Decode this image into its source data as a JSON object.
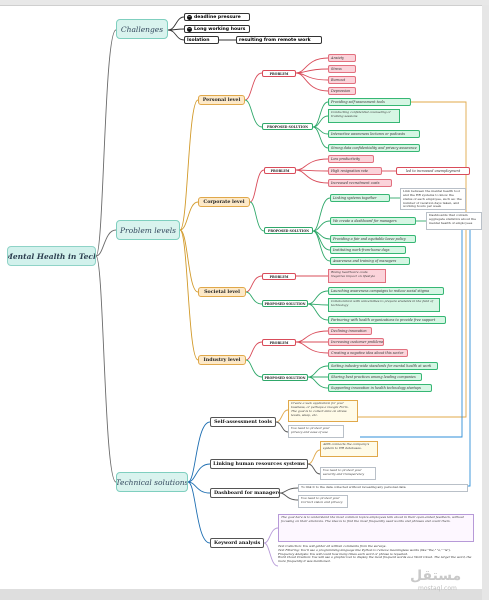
{
  "mindmap": {
    "central": "Mental Health in Tech",
    "branches": {
      "challenges": "Challenges",
      "problem_levels": "Problem levels",
      "technical_solutions": "Technical solutions"
    },
    "challenges": {
      "items": [
        "deadline pressure",
        "Long working hours",
        "Isolation"
      ],
      "isolation_note": "resulting from remote work"
    },
    "levels": {
      "personal": {
        "label": "Personal level",
        "problem_tag": "PROBLEM",
        "problems": [
          "Anxiety",
          "Stress",
          "Burnout",
          "Depression"
        ],
        "solution_tag": "PROPOSED SOLUTION",
        "solutions": [
          "Providing self-assessment tools",
          "Conducting confidential counseling or training sessions",
          "Interactive awareness lectures or podcasts",
          "Strong data confidentiality and privacy assurance"
        ]
      },
      "corporate": {
        "label": "Corporate level",
        "problem_tag": "PROBLEM",
        "problems": [
          "Low productivity",
          "High resignation rate",
          "Increased recruitment costs"
        ],
        "problem_note": "led to increased unemployment",
        "solution_tag": "PROPOSED SOLUTION",
        "solutions": [
          "Linking systems together",
          "We create a dashboard for managers",
          "Providing a fair and equitable leave policy",
          "Instituting work-from-home days",
          "Awareness and training of managers"
        ],
        "note_linking": "Link between the mental health tool and the HR systems to know the status of each employee, such as: the number of vacation days taken, and working hours per week",
        "note_dashboard": "Dashboards that contain aggregate statistics about the mental health of employees"
      },
      "societal": {
        "label": "Societal level",
        "problem_tag": "PROBLEM",
        "problems": [
          "Rising healthcare costs",
          "Negative impact on lifestyle"
        ],
        "solution_tag": "PROPOSED SOLUTION",
        "solutions": [
          "Launching awareness campaigns to reduce social stigma",
          "Collaboration with universities to prepare students in the field of technology",
          "Partnering with health organizations to provide free support"
        ]
      },
      "industry": {
        "label": "Industry level",
        "problem_tag": "PROBLEM",
        "problems": [
          "Declining innovation",
          "Increasing customer problems",
          "Creating a negative idea about this sector"
        ],
        "solution_tag": "PROPOSED SOLUTION",
        "solutions": [
          "Setting industry-wide standards for mental health at work",
          "Sharing best practices among leading companies",
          "Supporting innovation in health technology startups"
        ]
      }
    },
    "technical": {
      "self_assessment": {
        "label": "Self-assessment tools",
        "note": "Create a web application for your business, or perhaps a Google Form. The goal is to collect data on stress levels, sleep, etc.",
        "small": "You need to protect your privacy and ease of use"
      },
      "hr_linking": {
        "label": "Linking human resources systems",
        "note": "APIS connects the company's system to HR databases.",
        "small": "You need to protect your security and transparency"
      },
      "dashboard": {
        "label": "Dashboard for managers",
        "note": "To link it to the data collected without revealing any personal data",
        "small": "You need to protect your Correct vision and privacy"
      },
      "keyword": {
        "label": "Keyword analysis",
        "note": "The goal here is to understand the most common topics employees talk about in their open-ended feedback, without focusing on their emotions. The idea is to find the most frequently used words and phrases and count them.",
        "tools": "Text Collection: You will gather all written comments from the surveys.\nText Filtering: You'll use a programming language like Python to remove meaningless words (like \"the,\" \"a,\" \"is\").\nFrequency Analysis: You will count how many times each word or phrase is repeated.\nWord Cloud Creation: You will use a graphic tool to display the most frequent words as a Word Cloud. The larger the word, the more frequently it was mentioned."
      }
    },
    "watermark": {
      "arabic": "مستقل",
      "latin": "mostaql.com"
    }
  }
}
